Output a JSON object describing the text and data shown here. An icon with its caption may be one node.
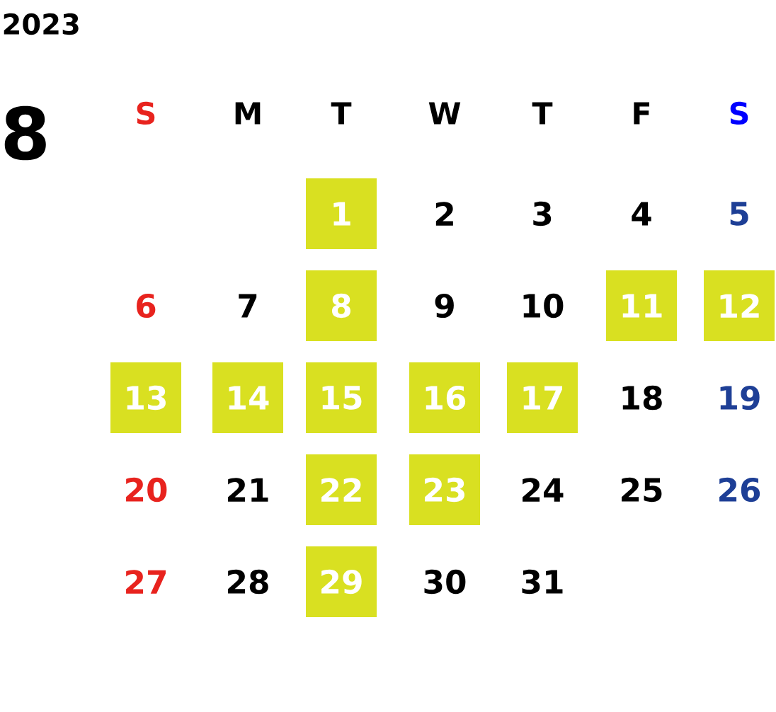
{
  "diagram": {
    "nodes": [
      {
        "text": [
          "1"
        ]
      },
      {
        "text": [
          "8"
        ]
      },
      {
        "text": [
          "11"
        ]
      },
      {
        "text": [
          "12"
        ]
      },
      {
        "text": [
          "13"
        ]
      },
      {
        "text": [
          "14"
        ]
      },
      {
        "text": [
          "15"
        ]
      },
      {
        "text": [
          "16"
        ]
      },
      {
        "text": [
          "17"
        ]
      },
      {
        "text": [
          "22"
        ]
      },
      {
        "text": [
          "23"
        ]
      },
      {
        "text": [
          "29"
        ]
      }
    ],
    "labels": [
      "2023",
      "8",
      "S",
      "M",
      "T",
      "W",
      "T",
      "F",
      "S",
      "2",
      "3",
      "4",
      "5",
      "6",
      "7",
      "9",
      "10",
      "18",
      "19",
      "20",
      "21",
      "24",
      "25",
      "26",
      "27",
      "28",
      "30",
      "31"
    ]
  }
}
